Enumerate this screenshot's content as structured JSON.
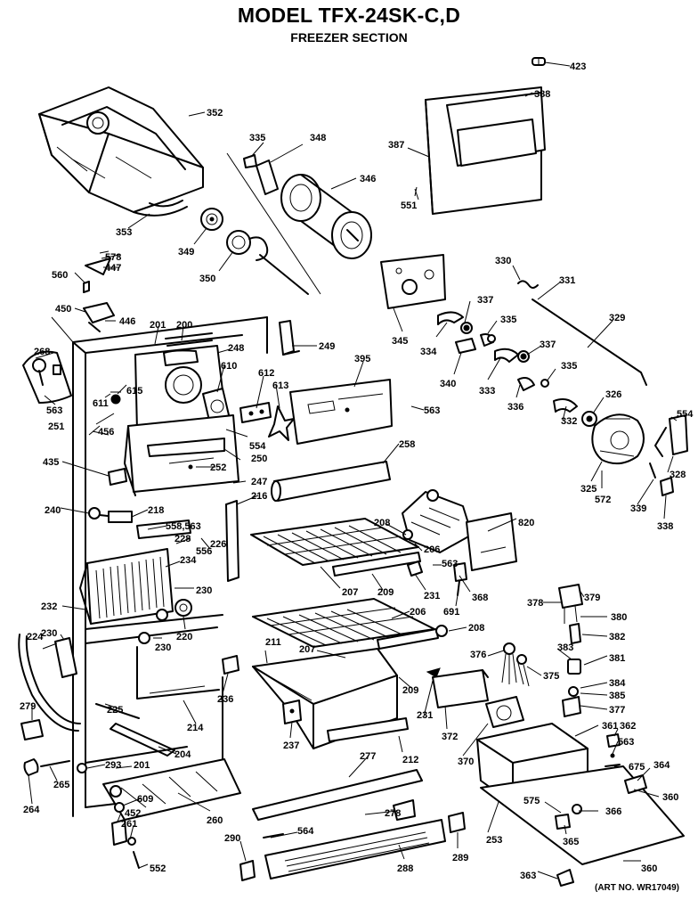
{
  "title": "MODEL TFX-24SK-C,D",
  "subtitle": "FREEZER SECTION",
  "art_number": "(ART NO. WR17049)",
  "labels": [
    "423",
    "352",
    "388",
    "387",
    "335",
    "348",
    "346",
    "551",
    "353",
    "349",
    "350",
    "578",
    "447",
    "560",
    "330",
    "331",
    "337",
    "345",
    "334",
    "335",
    "329",
    "450",
    "446",
    "201",
    "200",
    "248",
    "249",
    "395",
    "337",
    "268",
    "610",
    "612",
    "340",
    "333",
    "335",
    "615",
    "611",
    "613",
    "326",
    "563",
    "563",
    "336",
    "332",
    "554",
    "251",
    "456",
    "554",
    "250",
    "258",
    "328",
    "325",
    "572",
    "339",
    "338",
    "435",
    "252",
    "247",
    "216",
    "820",
    "240",
    "218",
    "208",
    "558,563",
    "206",
    "226",
    "556",
    "228",
    "234",
    "563",
    "207",
    "209",
    "231",
    "368",
    "379",
    "378",
    "230",
    "380",
    "691",
    "208",
    "206",
    "382",
    "232",
    "220",
    "383",
    "381",
    "230",
    "211",
    "207",
    "376",
    "375",
    "384",
    "224",
    "230",
    "385",
    "236",
    "377",
    "209",
    "372",
    "214",
    "361",
    "362",
    "279",
    "225",
    "237",
    "231",
    "563",
    "204",
    "212",
    "370",
    "277",
    "675",
    "364",
    "293",
    "201",
    "265",
    "264",
    "609",
    "260",
    "575",
    "366",
    "360",
    "452",
    "278",
    "261",
    "564",
    "253",
    "365",
    "290",
    "289",
    "552",
    "288",
    "363",
    "360"
  ]
}
